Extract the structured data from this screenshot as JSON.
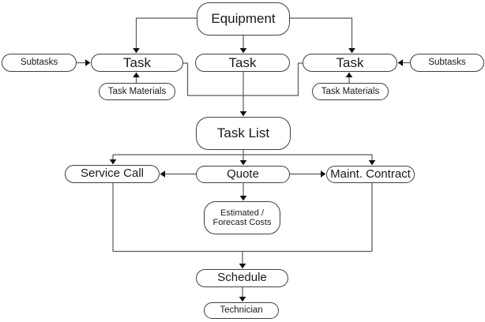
{
  "colors": {
    "background": "#ffffff",
    "node_fill": "#ffffff",
    "node_border": "#3f3f3f",
    "connector": "#595959",
    "arrowhead": "#111111",
    "text": "#1a1a1a"
  },
  "nodes": {
    "equipment": {
      "label": "Equipment"
    },
    "subtasks_left": {
      "label": "Subtasks"
    },
    "task_left": {
      "label": "Task"
    },
    "task_center": {
      "label": "Task"
    },
    "task_right": {
      "label": "Task"
    },
    "subtasks_right": {
      "label": "Subtasks"
    },
    "task_materials_left": {
      "label": "Task Materials"
    },
    "task_materials_right": {
      "label": "Task Materials"
    },
    "task_list": {
      "label": "Task List"
    },
    "service_call": {
      "label": "Service Call"
    },
    "quote": {
      "label": "Quote"
    },
    "maint_contract": {
      "label": "Maint. Contract"
    },
    "estimated_costs": {
      "line1": "Estimated /",
      "line2": "Forecast Costs"
    },
    "schedule": {
      "label": "Schedule"
    },
    "technician": {
      "label": "Technician"
    }
  },
  "edges": [
    {
      "from": "equipment",
      "to": "task_left",
      "arrow": true
    },
    {
      "from": "equipment",
      "to": "task_center",
      "arrow": true
    },
    {
      "from": "equipment",
      "to": "task_right",
      "arrow": true
    },
    {
      "from": "subtasks_left",
      "to": "task_left",
      "arrow": true
    },
    {
      "from": "subtasks_right",
      "to": "task_right",
      "arrow": true
    },
    {
      "from": "task_materials_left",
      "to": "task_left",
      "arrow": true
    },
    {
      "from": "task_materials_right",
      "to": "task_right",
      "arrow": true
    },
    {
      "from": "task_left",
      "to": "task_list",
      "arrow": false
    },
    {
      "from": "task_right",
      "to": "task_list",
      "arrow": false
    },
    {
      "from": "task_center",
      "to": "task_list",
      "arrow": true
    },
    {
      "from": "task_list",
      "to": "service_call",
      "arrow": true
    },
    {
      "from": "task_list",
      "to": "quote",
      "arrow": true
    },
    {
      "from": "task_list",
      "to": "maint_contract",
      "arrow": true
    },
    {
      "from": "quote",
      "to": "service_call",
      "arrow": true
    },
    {
      "from": "quote",
      "to": "maint_contract",
      "arrow": true
    },
    {
      "from": "quote",
      "to": "estimated_costs",
      "arrow": true
    },
    {
      "from": "service_call",
      "to": "schedule",
      "arrow": true
    },
    {
      "from": "maint_contract",
      "to": "schedule",
      "arrow": true
    },
    {
      "from": "schedule",
      "to": "technician",
      "arrow": true
    }
  ]
}
